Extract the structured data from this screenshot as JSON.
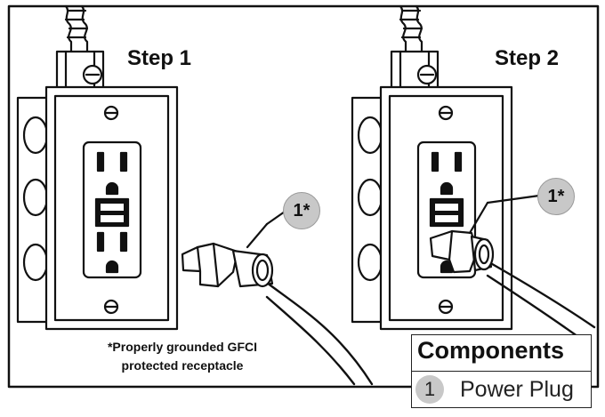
{
  "steps": [
    {
      "title": "Step 1"
    },
    {
      "title": "Step 2"
    }
  ],
  "callouts": [
    "1*",
    "1*"
  ],
  "note": {
    "line1": "*Properly grounded GFCI",
    "line2": "protected receptacle"
  },
  "components": {
    "title": "Components",
    "items": [
      {
        "number": "1",
        "label": "Power Plug"
      }
    ]
  }
}
